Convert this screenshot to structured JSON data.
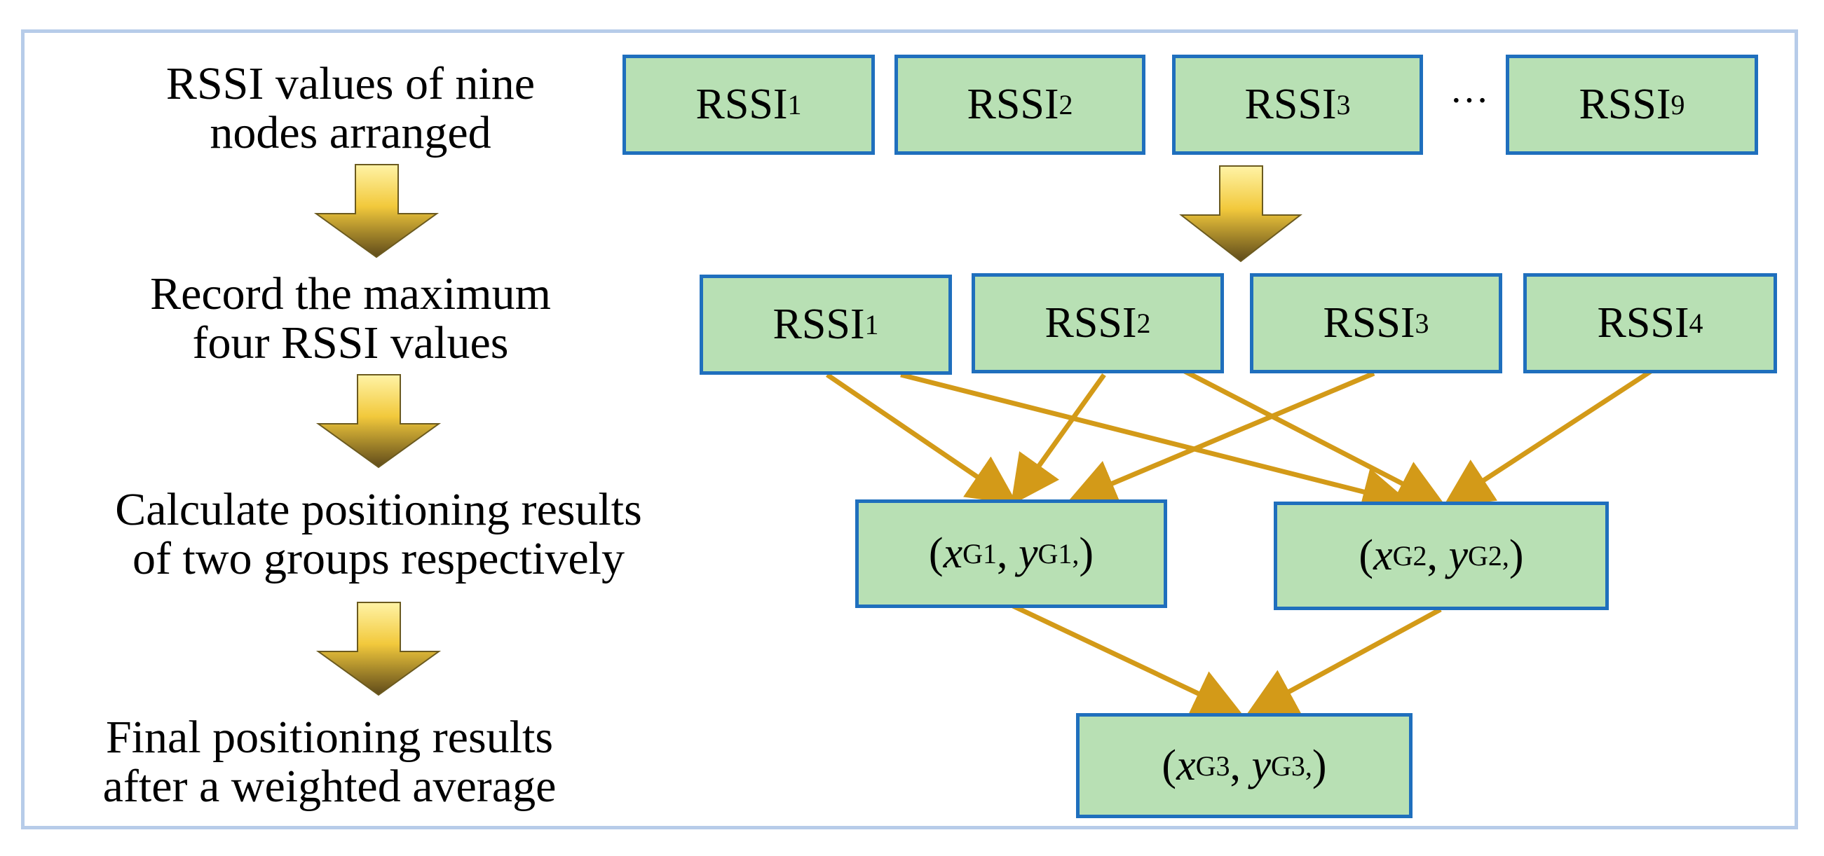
{
  "steps": [
    {
      "line1": "RSSI values of nine",
      "line2": "nodes arranged"
    },
    {
      "line1": "Record the maximum",
      "line2": "four RSSI values"
    },
    {
      "line1": "Calculate positioning results",
      "line2": "of two groups respectively"
    },
    {
      "line1": "Final positioning results",
      "line2": "after a weighted average"
    }
  ],
  "top_nodes": [
    {
      "base": "RSSI",
      "sub": "1"
    },
    {
      "base": "RSSI",
      "sub": "2"
    },
    {
      "base": "RSSI",
      "sub": "3"
    },
    {
      "base": "RSSI",
      "sub": "9"
    }
  ],
  "ellipsis": "···",
  "max_nodes": [
    {
      "base": "RSSI",
      "sub": "1"
    },
    {
      "base": "RSSI",
      "sub": "2"
    },
    {
      "base": "RSSI",
      "sub": "3"
    },
    {
      "base": "RSSI",
      "sub": "4"
    }
  ],
  "group_results": [
    {
      "open": "(",
      "x": "x",
      "xsub": "G1",
      "sep": ", ",
      "y": "y",
      "ysub": "G1,",
      "close": ")"
    },
    {
      "open": "(",
      "x": "x",
      "xsub": "G2",
      "sep": ", ",
      "y": "y",
      "ysub": "G2,",
      "close": ")"
    }
  ],
  "final_result": {
    "open": "(",
    "x": "x",
    "xsub": "G3",
    "sep": ", ",
    "y": "y",
    "ysub": "G3,",
    "close": ")"
  },
  "colors": {
    "node_fill": "#b8e0b4",
    "node_border": "#1f6fbd",
    "connector": "#d39a18",
    "block_arrow_top": "#fff3a6",
    "block_arrow_bottom": "#5e4a1a",
    "frame_border": "#b7cce9"
  }
}
